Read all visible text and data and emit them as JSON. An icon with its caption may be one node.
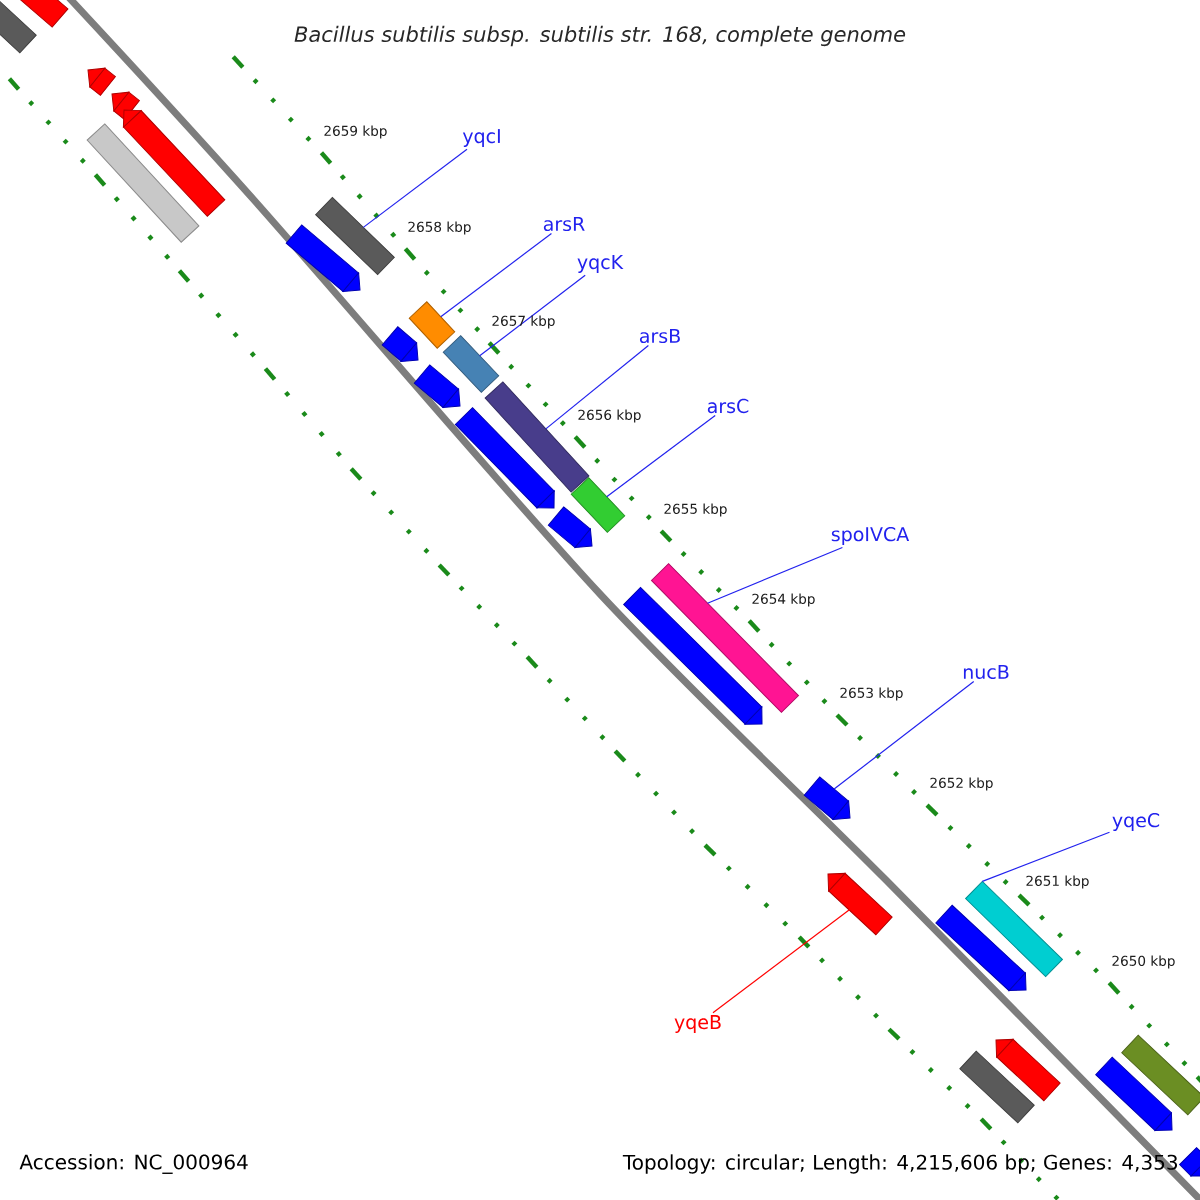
{
  "diagram": {
    "title": "Bacillus subtilis subsp. subtilis str. 168, complete genome",
    "nodes": [
      {
        "text": [
          "yqcI"
        ]
      },
      {
        "text": [
          "arsR"
        ]
      },
      {
        "text": [
          "yqcK"
        ]
      },
      {
        "text": [
          "arsB"
        ]
      },
      {
        "text": [
          "arsC"
        ]
      },
      {
        "text": [
          "spoIVCA"
        ]
      },
      {
        "text": [
          "nucB"
        ]
      },
      {
        "text": [
          "yqeC"
        ]
      },
      {
        "text": [
          "yqeB"
        ]
      },
      {
        "text": [],
        "shape": "bar"
      },
      {
        "text": [],
        "shape": "bar"
      },
      {
        "text": [],
        "shape": "arrow"
      },
      {
        "text": [],
        "shape": "arrow"
      },
      {
        "text": [],
        "shape": "arrow"
      },
      {
        "text": [],
        "shape": "bar"
      },
      {
        "text": [],
        "shape": "bar"
      },
      {
        "text": [],
        "shape": "arrow"
      },
      {
        "text": [],
        "shape": "bar"
      },
      {
        "text": [],
        "shape": "arrow"
      },
      {
        "text": [],
        "shape": "bar"
      },
      {
        "text": [],
        "shape": "arrow"
      },
      {
        "text": [],
        "shape": "bar"
      },
      {
        "text": [],
        "shape": "arrow"
      },
      {
        "text": [],
        "shape": "bar"
      },
      {
        "text": [],
        "shape": "arrow"
      },
      {
        "text": [],
        "shape": "bar"
      },
      {
        "text": [],
        "shape": "arrow"
      },
      {
        "text": [],
        "shape": "arrow"
      },
      {
        "text": [],
        "shape": "arrow"
      },
      {
        "text": [],
        "shape": "bar"
      },
      {
        "text": [],
        "shape": "arrow"
      },
      {
        "text": [],
        "shape": "arrow"
      },
      {
        "text": [],
        "shape": "bar"
      },
      {
        "text": [],
        "shape": "bar"
      },
      {
        "text": [],
        "shape": "arrow"
      },
      {
        "text": [],
        "shape": "arrow"
      }
    ],
    "edges": [
      {
        "from": 0,
        "to": 15,
        "arrow": "none"
      },
      {
        "from": 1,
        "to": 17,
        "arrow": "none"
      },
      {
        "from": 2,
        "to": 19,
        "arrow": "none"
      },
      {
        "from": 3,
        "to": 21,
        "arrow": "none"
      },
      {
        "from": 4,
        "to": 23,
        "arrow": "none"
      },
      {
        "from": 5,
        "to": 25,
        "arrow": "none"
      },
      {
        "from": 6,
        "to": 27,
        "arrow": "none"
      },
      {
        "from": 7,
        "to": 29,
        "arrow": "none"
      },
      {
        "from": 8,
        "to": 28,
        "arrow": "none",
        "color": "#ff0000"
      }
    ],
    "labels": [
      "2659 kbp",
      "2658 kbp",
      "2657 kbp",
      "2656 kbp",
      "2655 kbp",
      "2654 kbp",
      "2653 kbp",
      "2652 kbp",
      "2651 kbp",
      "2650 kbp",
      "Accession: NC_000964",
      "Topology: circular; Length: 4,215,606 bp; Genes: 4,353"
    ]
  }
}
